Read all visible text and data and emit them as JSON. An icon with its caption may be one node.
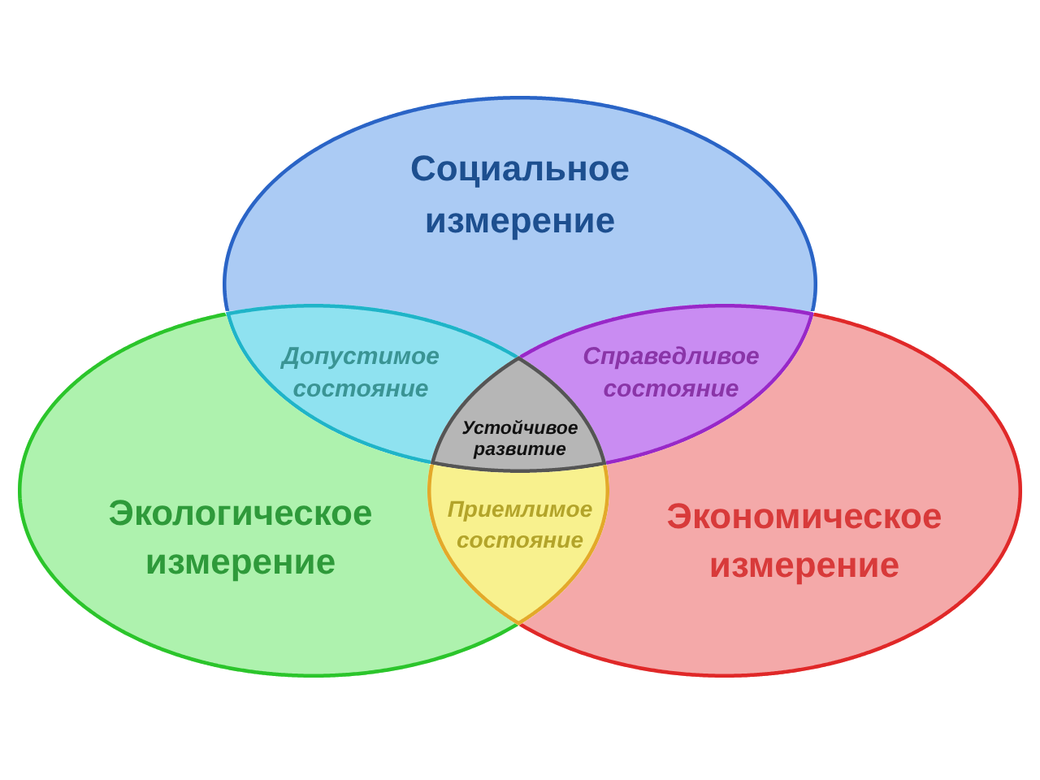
{
  "diagram": {
    "nodes": [
      {
        "text": [
          "Социальное измерение"
        ]
      },
      {
        "text": [
          "Допустимое состояние"
        ]
      },
      {
        "text": [
          "Справедливое состояние"
        ]
      },
      {
        "text": [
          "Устойчивое развитие"
        ]
      },
      {
        "text": [
          "Экологическое измерение"
        ]
      },
      {
        "text": [
          "Приемлимое состояние"
        ]
      },
      {
        "text": [
          "Экономическое измерение"
        ]
      }
    ]
  }
}
